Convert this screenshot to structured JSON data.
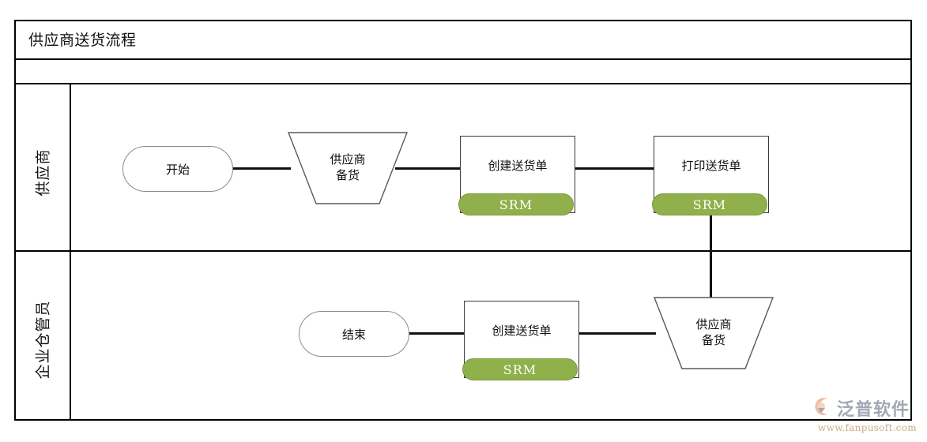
{
  "diagram": {
    "title": "供应商送货流程",
    "lanes": [
      {
        "label": "供应商"
      },
      {
        "label": "企业仓管员"
      }
    ],
    "nodes": {
      "start": {
        "text": "开始",
        "shape": "terminator"
      },
      "prep_top": {
        "line1": "供应商",
        "line2": "备货",
        "shape": "trapezoid"
      },
      "create_top": {
        "text": "创建送货单",
        "badge": "SRM",
        "shape": "process"
      },
      "print_top": {
        "text": "打印送货单",
        "badge": "SRM",
        "shape": "process"
      },
      "end": {
        "text": "结束",
        "shape": "terminator"
      },
      "create_bottom": {
        "text": "创建送货单",
        "badge": "SRM",
        "shape": "process"
      },
      "prep_bottom": {
        "line1": "供应商",
        "line2": "备货",
        "shape": "trapezoid"
      }
    },
    "colors": {
      "badge_fill": "#8FB04B",
      "badge_border": "#7a9a3e",
      "badge_text": "#ffffff",
      "frame": "#000000",
      "connector": "#111111",
      "shape_border": "#3a3a3a",
      "terminator_border": "#8a8a92"
    }
  },
  "watermark": {
    "brand": "泛普软件",
    "url": "www.fanpusoft.com"
  }
}
